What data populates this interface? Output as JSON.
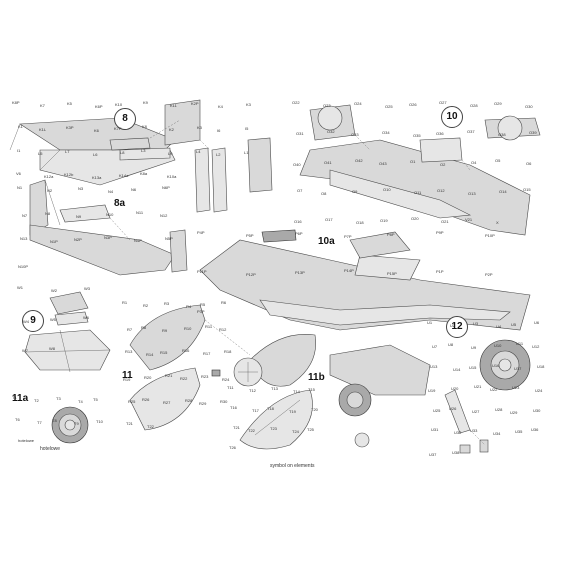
{
  "steps": [
    "8",
    "8a",
    "9",
    "10",
    "10a",
    "11",
    "11a",
    "11b",
    "12"
  ],
  "labels": {
    "s8": [
      "K8P",
      "K7",
      "K5",
      "K6P",
      "K10",
      "K9",
      "K11",
      "K2P",
      "K4",
      "K3",
      "K1",
      "K1L",
      "K3P",
      "K6",
      "K7P",
      "K8",
      "K2",
      "K3",
      "I6",
      "I5",
      "I1",
      "L5",
      "L7",
      "L6",
      "L8",
      "L3",
      "L9",
      "L4",
      "L2",
      "L1",
      "V6",
      "K12a",
      "K12b",
      "K13a",
      "K14a",
      "K8a",
      "K10a"
    ],
    "s8a": [
      "N1",
      "N2",
      "N3",
      "N4",
      "N6",
      "N6P",
      "N7",
      "N8",
      "N9",
      "N10",
      "N11",
      "N12",
      "N13",
      "N1P",
      "N2P",
      "N3P",
      "N4P",
      "N5P",
      "N10P"
    ],
    "s9": [
      "W1",
      "W2",
      "W3",
      "W4",
      "W5",
      "W6",
      "W7",
      "W8"
    ],
    "s10": [
      "O22",
      "O23",
      "O24",
      "O25",
      "O26",
      "O27",
      "O28",
      "O29",
      "O30",
      "O31",
      "O32",
      "O33",
      "O34",
      "O35",
      "O36",
      "O37",
      "O38",
      "O39",
      "O40",
      "O41",
      "O42",
      "O43",
      "O1",
      "O2",
      "O4",
      "O5",
      "O6",
      "O7",
      "O8",
      "O9",
      "O10",
      "O11",
      "O12",
      "O13",
      "O14",
      "O15",
      "O16",
      "O17",
      "O18",
      "O19",
      "O20",
      "O21",
      "V21",
      "X"
    ],
    "s10a": [
      "P4P",
      "P5P",
      "P6P",
      "P7P",
      "P8P",
      "P9P",
      "P10P",
      "P11P",
      "P12P",
      "P13P",
      "P14P",
      "P15P",
      "P1P",
      "P2P",
      "P3P"
    ],
    "s11": [
      "R1",
      "R2",
      "R3",
      "R4",
      "R5",
      "R6",
      "R7",
      "R8",
      "R9",
      "R10",
      "R11",
      "R12",
      "R13",
      "R14",
      "R15",
      "R16",
      "R17",
      "R18",
      "R19",
      "R20",
      "R21",
      "R22",
      "R23",
      "R24",
      "R25",
      "R26",
      "R27",
      "R28",
      "R29",
      "R30",
      "T21",
      "T22"
    ],
    "s11a": [
      "T1",
      "T2",
      "T3",
      "T4",
      "T5",
      "T6",
      "T7",
      "T8",
      "T9",
      "T10",
      "hotelowe"
    ],
    "s11b": [
      "T11",
      "T12",
      "T13",
      "T14",
      "T15",
      "T16",
      "T17",
      "T18",
      "T19",
      "T20",
      "T21",
      "T22",
      "T23",
      "T24",
      "T25",
      "T26"
    ],
    "s12": [
      "U1",
      "U2",
      "U3",
      "U4",
      "U5",
      "U6",
      "U7",
      "U8",
      "U9",
      "U10",
      "U11",
      "U12",
      "U13",
      "U14",
      "U15",
      "U16",
      "U17",
      "U18",
      "U19",
      "U20",
      "U21",
      "U22",
      "U23",
      "U24",
      "U25",
      "U26",
      "U27",
      "U28",
      "U29",
      "U30",
      "U31",
      "U32",
      "U33",
      "U34",
      "U35",
      "U36",
      "U37",
      "U38"
    ]
  },
  "notes": {
    "n11a": "hotelowe",
    "n11b": "symbol on elements"
  },
  "colors": {
    "part": "#d9d9d9",
    "line": "#4a4a4a",
    "background": "#ffffff"
  },
  "icons": [
    "fold-line-icon",
    "arrow-icon",
    "circle-step-icon"
  ]
}
